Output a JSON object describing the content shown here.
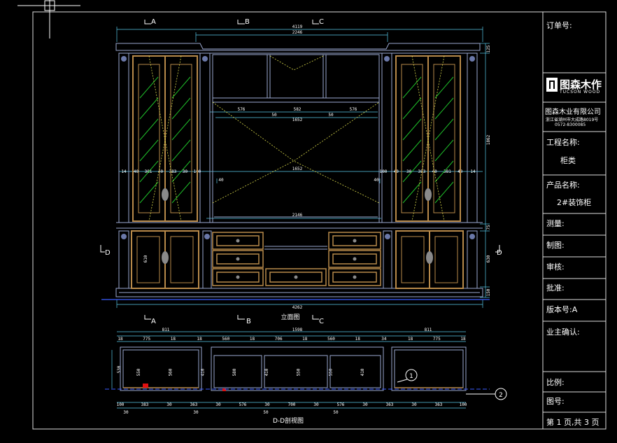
{
  "drawing": {
    "section_markers": {
      "a": "A",
      "b": "B",
      "c": "C",
      "d": "D"
    },
    "elevation_title": "立面图",
    "section_title": "D-D剖视图",
    "elevation_dims": {
      "overall_top": "4119",
      "inner_top": "2246",
      "overall_bottom": "4262",
      "inner_mid": "2146",
      "inner_mid2": "1652",
      "inner_top2": "1652",
      "seg_576_left": "576",
      "seg_50_left": "50",
      "seg_582": "582",
      "seg_50_right": "50",
      "seg_576_right": "576",
      "right_125": "125",
      "right_1862": "1862",
      "right_75": "75",
      "right_630": "630",
      "right_150": "150",
      "left_610": "610",
      "left_row": [
        "14",
        "40",
        "381",
        "40",
        "383",
        "30",
        "100"
      ],
      "right_row": [
        "100",
        "40",
        "30",
        "383",
        "40",
        "381",
        "40",
        "14"
      ],
      "mid_40_left": "40",
      "mid_40_right": "40"
    },
    "section_dims": {
      "top_overall": "1598",
      "top_left": "811",
      "top_right": "811",
      "top_row": [
        "18",
        "775",
        "18",
        "18",
        "560",
        "18",
        "706",
        "18",
        "560",
        "18",
        "34",
        "18",
        "775",
        "18"
      ],
      "heights": [
        "550",
        "560",
        "410",
        "580",
        "410",
        "550",
        "550",
        "410"
      ],
      "left_530": "530",
      "bottom_row": [
        "100",
        "383",
        "30",
        "363",
        "30",
        "576",
        "30",
        "700",
        "30",
        "576",
        "30",
        "363",
        "30",
        "363",
        "100"
      ],
      "bottom_sub": [
        "30",
        "30",
        "50",
        "50"
      ],
      "callout_1": "1",
      "callout_2": "2"
    }
  },
  "title_block": {
    "order_no_label": "订单号:",
    "logo_text": "图森木作",
    "logo_sub": "TUCSON WOOD",
    "company": "图森木业有限公司",
    "address": "浙江省湖州市大成路8019号",
    "phone": "0572-8300085",
    "project_label": "工程名称:",
    "project_value": "柜类",
    "product_label": "产品名称:",
    "product_value": "2#装饰柜",
    "measure_label": "测量:",
    "drafter_label": "制图:",
    "review_label": "审核:",
    "approve_label": "批准:",
    "version_label": "版本号:A",
    "owner_label": "业主确认:",
    "scale_label": "比例:",
    "drawing_no_label": "图号:",
    "page_label": "第 1 页,共 3 页"
  },
  "colors": {
    "background": "#000000",
    "frame": "#ffffff",
    "outline": "#9aa8d0",
    "wood": "#b88a4a",
    "glass": "#1fbf2a",
    "dim": "#58c8e8",
    "hidden": "#d8d84a",
    "section_line": "#3a5cff",
    "red_mark": "#e01010"
  }
}
